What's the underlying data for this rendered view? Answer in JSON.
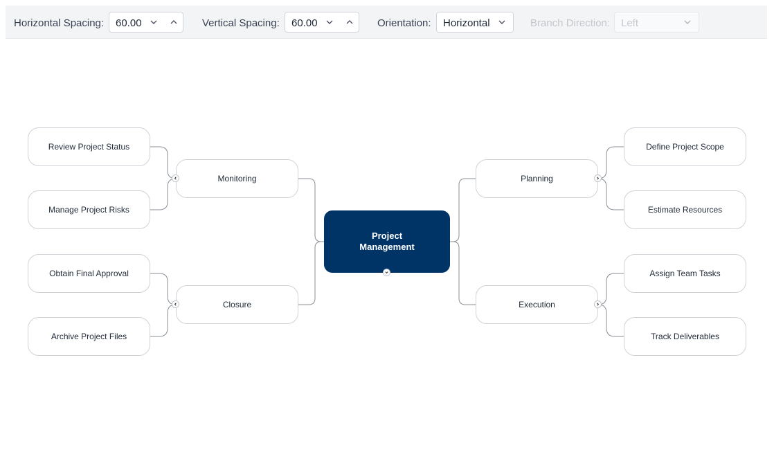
{
  "toolbar": {
    "horizontal_spacing": {
      "label": "Horizontal Spacing:",
      "value": "60.00"
    },
    "vertical_spacing": {
      "label": "Vertical Spacing:",
      "value": "60.00"
    },
    "orientation": {
      "label": "Orientation:",
      "value": "Horizontal"
    },
    "branch_direction": {
      "label": "Branch Direction:",
      "value": "Left",
      "disabled": true
    }
  },
  "mindmap": {
    "root": {
      "label": "Project Management"
    },
    "branches": {
      "planning": {
        "label": "Planning",
        "children": [
          "Define Project Scope",
          "Estimate Resources"
        ]
      },
      "execution": {
        "label": "Execution",
        "children": [
          "Assign Team Tasks",
          "Track Deliverables"
        ]
      },
      "monitoring": {
        "label": "Monitoring",
        "children": [
          "Review Project Status",
          "Manage Project Risks"
        ]
      },
      "closure": {
        "label": "Closure",
        "children": [
          "Obtain Final Approval",
          "Archive Project Files"
        ]
      }
    }
  },
  "colors": {
    "root_fill": "#003366",
    "node_border": "#cfd3d8",
    "connector": "#8a8f96"
  }
}
